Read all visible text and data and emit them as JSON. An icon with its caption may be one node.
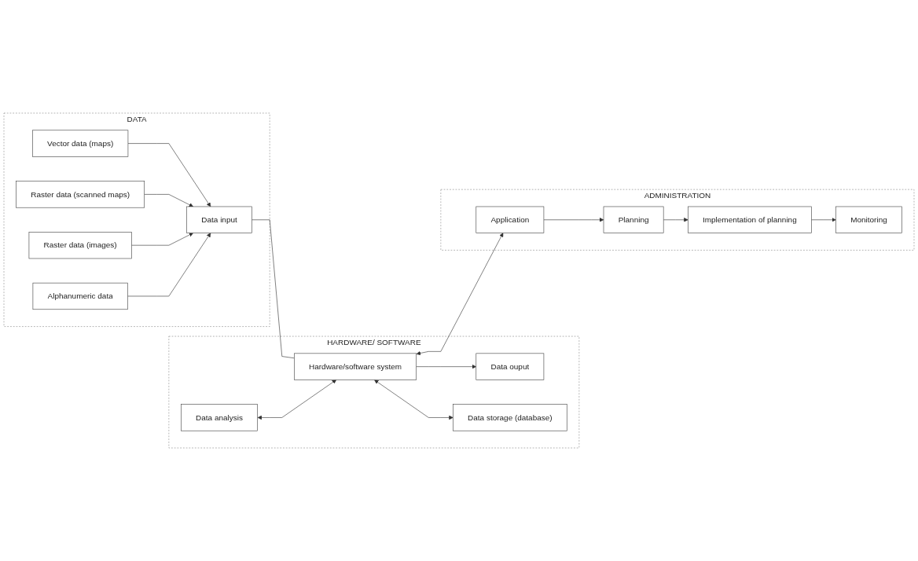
{
  "diagram": {
    "nodes": [
      {
        "text": [
          "DATA"
        ]
      },
      {
        "text": [
          "Vector data (maps)"
        ],
        "in": 0
      },
      {
        "text": [
          "Raster data (scanned maps)"
        ],
        "in": 0
      },
      {
        "text": [
          "Raster data (images)"
        ],
        "in": 0
      },
      {
        "text": [
          "Alphanumeric data"
        ],
        "in": 0
      },
      {
        "text": [
          "Data input"
        ],
        "in": 0
      },
      {
        "text": [
          "HARDWARE/ SOFTWARE"
        ]
      },
      {
        "text": [
          "Data analysis"
        ],
        "in": 6
      },
      {
        "text": [
          "Hardware/software system"
        ],
        "in": 6
      },
      {
        "text": [
          "Data ouput"
        ],
        "in": 6
      },
      {
        "text": [
          "Data storage (database)"
        ],
        "in": 6
      },
      {
        "text": [
          "ADMINISTRATION"
        ]
      },
      {
        "text": [
          "Application"
        ],
        "in": 11
      },
      {
        "text": [
          "Monitoring"
        ],
        "in": 11
      },
      {
        "text": [
          "Planning"
        ],
        "in": 11
      },
      {
        "text": [
          "Implementation of planning"
        ],
        "in": 11
      }
    ],
    "edges": [
      {
        "from": 1,
        "to": 5,
        "arrow": "to"
      },
      {
        "from": 2,
        "to": 5,
        "arrow": "to"
      },
      {
        "from": 3,
        "to": 5,
        "arrow": "to"
      },
      {
        "from": 4,
        "to": 5,
        "arrow": "to"
      },
      {
        "from": 5,
        "to": 8,
        "arrow": "none"
      },
      {
        "from": 7,
        "to": 8,
        "arrow": "both"
      },
      {
        "from": 8,
        "to": 9,
        "arrow": "to"
      },
      {
        "from": 8,
        "to": 10,
        "arrow": "both"
      },
      {
        "from": 8,
        "to": 12,
        "arrow": "both"
      },
      {
        "from": 12,
        "to": 14,
        "arrow": "to"
      },
      {
        "from": 14,
        "to": 15,
        "arrow": "to"
      },
      {
        "from": 15,
        "to": 13,
        "arrow": "to"
      }
    ]
  }
}
